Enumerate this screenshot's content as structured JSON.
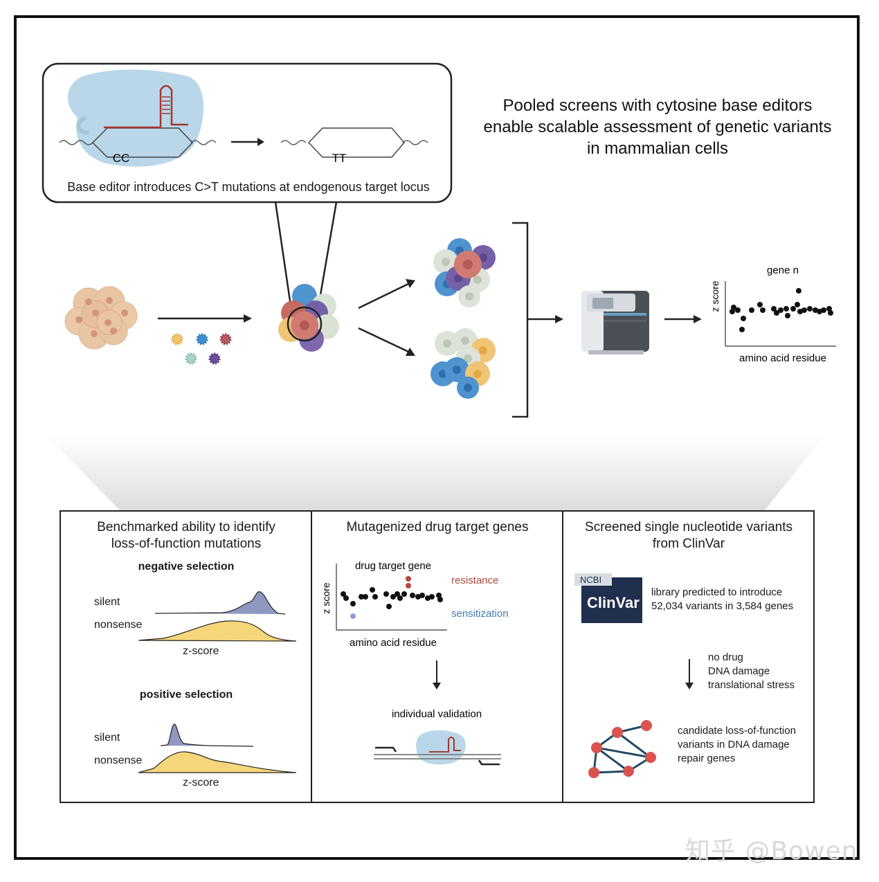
{
  "title": "Pooled screens with cytosine base editors enable scalable assessment of genetic variants in mammalian cells",
  "title_lines": [
    "Pooled screens with cytosine base editors",
    "enable scalable assessment of genetic variants",
    "in mammalian cells"
  ],
  "callout": {
    "before_label": "CC",
    "after_label": "TT",
    "caption": "Base editor introduces C>T mutations at endogenous target locus"
  },
  "workflow_plot": {
    "title": "gene n",
    "ylabel": "z score",
    "xlabel": "amino acid residue"
  },
  "panel1": {
    "title_lines": [
      "Benchmarked ability to identify",
      "loss-of-function mutations"
    ],
    "neg_heading": "negative selection",
    "pos_heading": "positive selection",
    "silent_label": "silent",
    "nonsense_label": "nonsense",
    "xlabel": "z-score",
    "colors": {
      "silent": "#8e98c0",
      "nonsense": "#f6d67a"
    }
  },
  "panel2": {
    "title": "Mutagenized drug target genes",
    "plot_title": "drug target gene",
    "ylabel": "z score",
    "xlabel": "amino acid residue",
    "resistance_label": "resistance",
    "sensitization_label": "sensitization",
    "validation_label": "individual validation",
    "colors": {
      "resistance": "#b5473f",
      "sensitization": "#3f7bb8"
    }
  },
  "panel3": {
    "title_lines": [
      "Screened single nucleotide variants",
      "from ClinVar"
    ],
    "logo_ncbi": "NCBI",
    "logo_clinvar": "ClinVar",
    "library_lines": [
      "library predicted to introduce",
      "52,034 variants in 3,584 genes"
    ],
    "conditions": [
      "no drug",
      "DNA damage",
      "translational stress"
    ],
    "result_lines": [
      "candidate loss-of-function",
      "variants in DNA damage",
      "repair genes"
    ]
  },
  "watermark": "知乎 @Bowen"
}
